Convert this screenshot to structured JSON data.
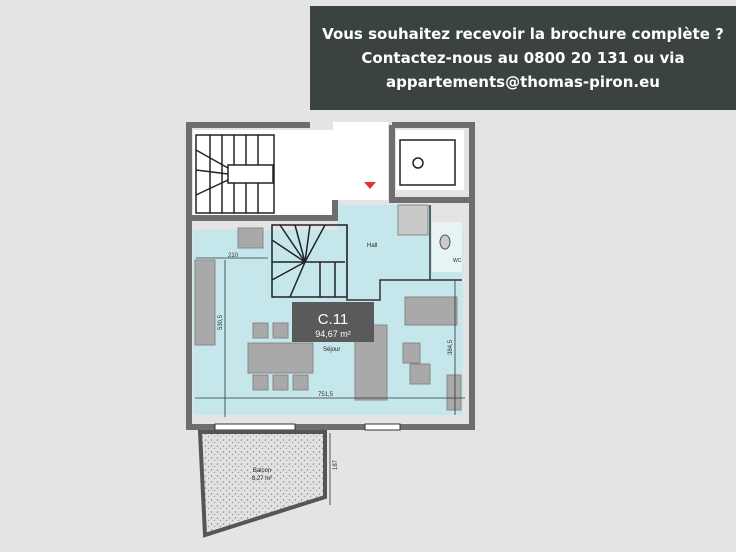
{
  "banner": {
    "line1": "Vous souhaitez recevoir la brochure complète ?",
    "line2": "Contactez-nous au 0800 20 131 ou via",
    "line3": "appartements@thomas-piron.eu"
  },
  "plan": {
    "unit_id": "C.11",
    "unit_area": "94,67 m²",
    "rooms": {
      "hall": "Hall",
      "wc": "WC",
      "sejour": "Séjour",
      "balcon": "Balcon",
      "balcon_area": "8,27 m²"
    },
    "dimensions": {
      "d1": "210",
      "d2": "530,5",
      "d3": "751,5",
      "d4": "384,5",
      "d5": "187"
    },
    "colors": {
      "room_fill": "#c5e7ec",
      "wall": "#6e6e6e",
      "label_box": "#5a5a5a",
      "banner": "#3b4340"
    }
  }
}
